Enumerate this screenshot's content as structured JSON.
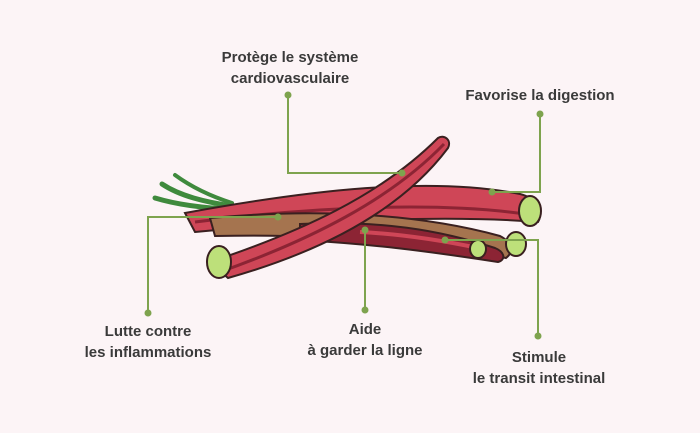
{
  "diagram": {
    "colors": {
      "background": "#fcf4f6",
      "connector": "#7ea34e",
      "stalk_red": "#cf4657",
      "stalk_dark": "#8c2434",
      "stalk_brown": "#a5744f",
      "stalk_cut": "#bde07a",
      "leaf_green": "#3f8a3d",
      "text": "#3a3a3a"
    },
    "labels": {
      "cardio": {
        "line1": "Protège le système",
        "line2": "cardiovasculaire"
      },
      "digestion": {
        "line1": "Favorise la digestion"
      },
      "inflammation": {
        "line1": "Lutte contre",
        "line2": "les inflammations"
      },
      "weight": {
        "line1": "Aide",
        "line2": "à garder la ligne"
      },
      "transit": {
        "line1": "Stimule",
        "line2": "le transit intestinal"
      }
    }
  }
}
